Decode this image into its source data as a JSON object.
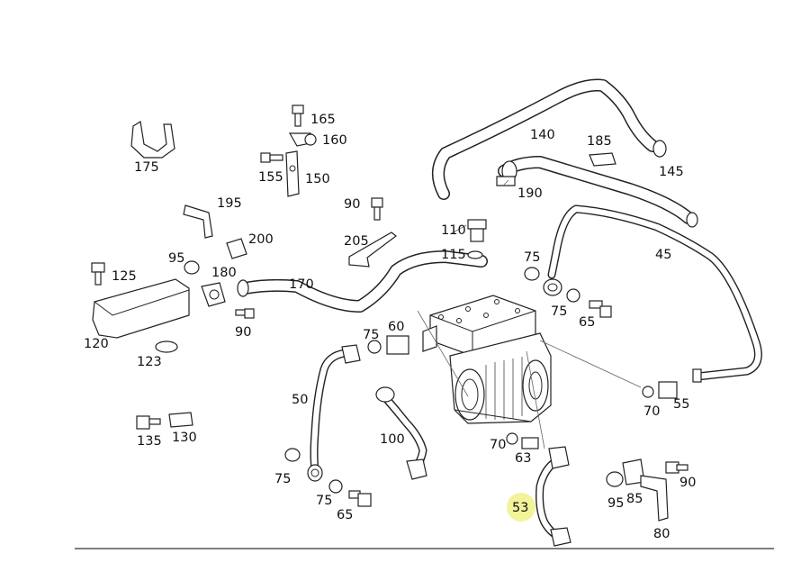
{
  "diagram": {
    "highlight_color": "#f3f39a",
    "highlighted_callout": "53",
    "callouts": {
      "c165": "165",
      "c160": "160",
      "c175": "175",
      "c155": "155",
      "c150": "150",
      "c140": "140",
      "c185": "185",
      "c145": "145",
      "c190": "190",
      "c195": "195",
      "c90a": "90",
      "c200": "200",
      "c205": "205",
      "c110": "110",
      "c115": "115",
      "c45": "45",
      "c95a": "95",
      "c125": "125",
      "c180": "180",
      "c170": "170",
      "c75a": "75",
      "c75b": "75",
      "c65a": "65",
      "c90b": "90",
      "c120": "120",
      "c123": "123",
      "c75c": "75",
      "c60": "60",
      "c50": "50",
      "c100": "100",
      "c70a": "70",
      "c55": "55",
      "c70b": "70",
      "c63": "63",
      "c135": "135",
      "c130": "130",
      "c75d": "75",
      "c75e": "75",
      "c65b": "65",
      "c53": "53",
      "c95b": "95",
      "c85": "85",
      "c90c": "90",
      "c80": "80"
    }
  }
}
